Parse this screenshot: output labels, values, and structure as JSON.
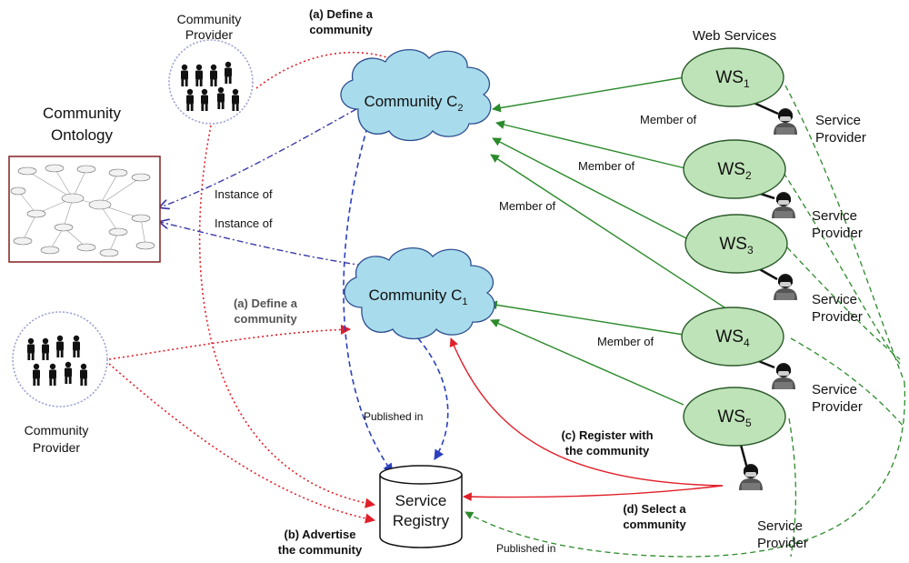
{
  "labels": {
    "community_provider_top_1": "Community",
    "community_provider_top_2": "Provider",
    "define_top_1": "(a) Define a",
    "define_top_2": "community",
    "web_services": "Web Services",
    "ontology_1": "Community",
    "ontology_2": "Ontology",
    "community_c2": "Community C",
    "community_c2_sub": "2",
    "community_c1": "Community C",
    "community_c1_sub": "1",
    "instance_of_1": "Instance of",
    "instance_of_2": "Instance of",
    "member_of_1": "Member of",
    "member_of_2": "Member of",
    "member_of_3": "Member of",
    "member_of_4": "Member of",
    "define_mid_1": "(a) Define a",
    "define_mid_2": "community",
    "community_provider_bottom_1": "Community",
    "community_provider_bottom_2": "Provider",
    "published_in_1": "Published in",
    "published_in_2": "Published in",
    "register_1": "(c) Register with",
    "register_2": "the community",
    "select_1": "(d) Select a",
    "select_2": "community",
    "advertise_1": "(b) Advertise",
    "advertise_2": "the community",
    "registry_1": "Service",
    "registry_2": "Registry"
  },
  "web_services": [
    {
      "name": "WS",
      "sub": "1",
      "provider_1": "Service",
      "provider_2": "Provider"
    },
    {
      "name": "WS",
      "sub": "2",
      "provider_1": "Service",
      "provider_2": "Provider"
    },
    {
      "name": "WS",
      "sub": "3",
      "provider_1": "Service",
      "provider_2": "Provider"
    },
    {
      "name": "WS",
      "sub": "4",
      "provider_1": "Service",
      "provider_2": "Provider"
    },
    {
      "name": "WS",
      "sub": "5",
      "provider_1": "Service",
      "provider_2": "Provider"
    }
  ],
  "colors": {
    "cloud_fill": "#a8dcec",
    "ws_fill": "#bfe3b8",
    "red": "#e0202a",
    "green": "#2b8a2b",
    "blue": "#2b3fc0",
    "navy": "#3a3aa8"
  }
}
